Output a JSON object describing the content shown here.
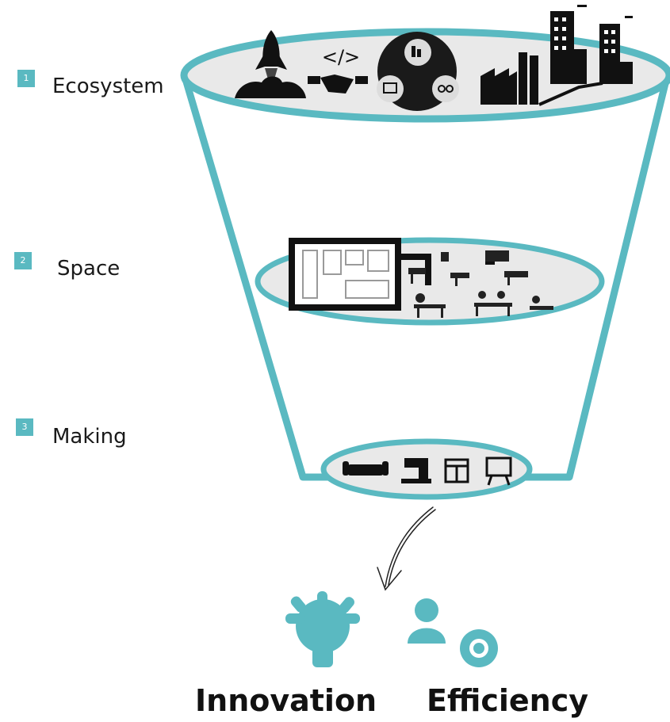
{
  "levels": [
    {
      "number": "1",
      "label": "Ecosystem"
    },
    {
      "number": "2",
      "label": "Space"
    },
    {
      "number": "3",
      "label": "Making"
    }
  ],
  "ecosystem_code_glyph": "</>",
  "outcomes": [
    {
      "label": "Innovation",
      "icon": "lightbulb-icon"
    },
    {
      "label": "Efficiency",
      "icon": "person-clock-icon"
    }
  ],
  "colors": {
    "accent": "#5ab9c1",
    "ellipse_fill": "#e9e9e9",
    "icon": "#111111"
  },
  "ecosystem_icons": [
    "rocket-icon",
    "handshake-icon",
    "network-circle-icon",
    "factory-icon",
    "skyscraper-icon"
  ],
  "space_icons": [
    "floor-plan-icon",
    "workstation-icons",
    "meeting-group-icons"
  ],
  "making_icons": [
    "sofa-icon",
    "machine-icon",
    "cabinet-icon",
    "presentation-board-icon"
  ]
}
